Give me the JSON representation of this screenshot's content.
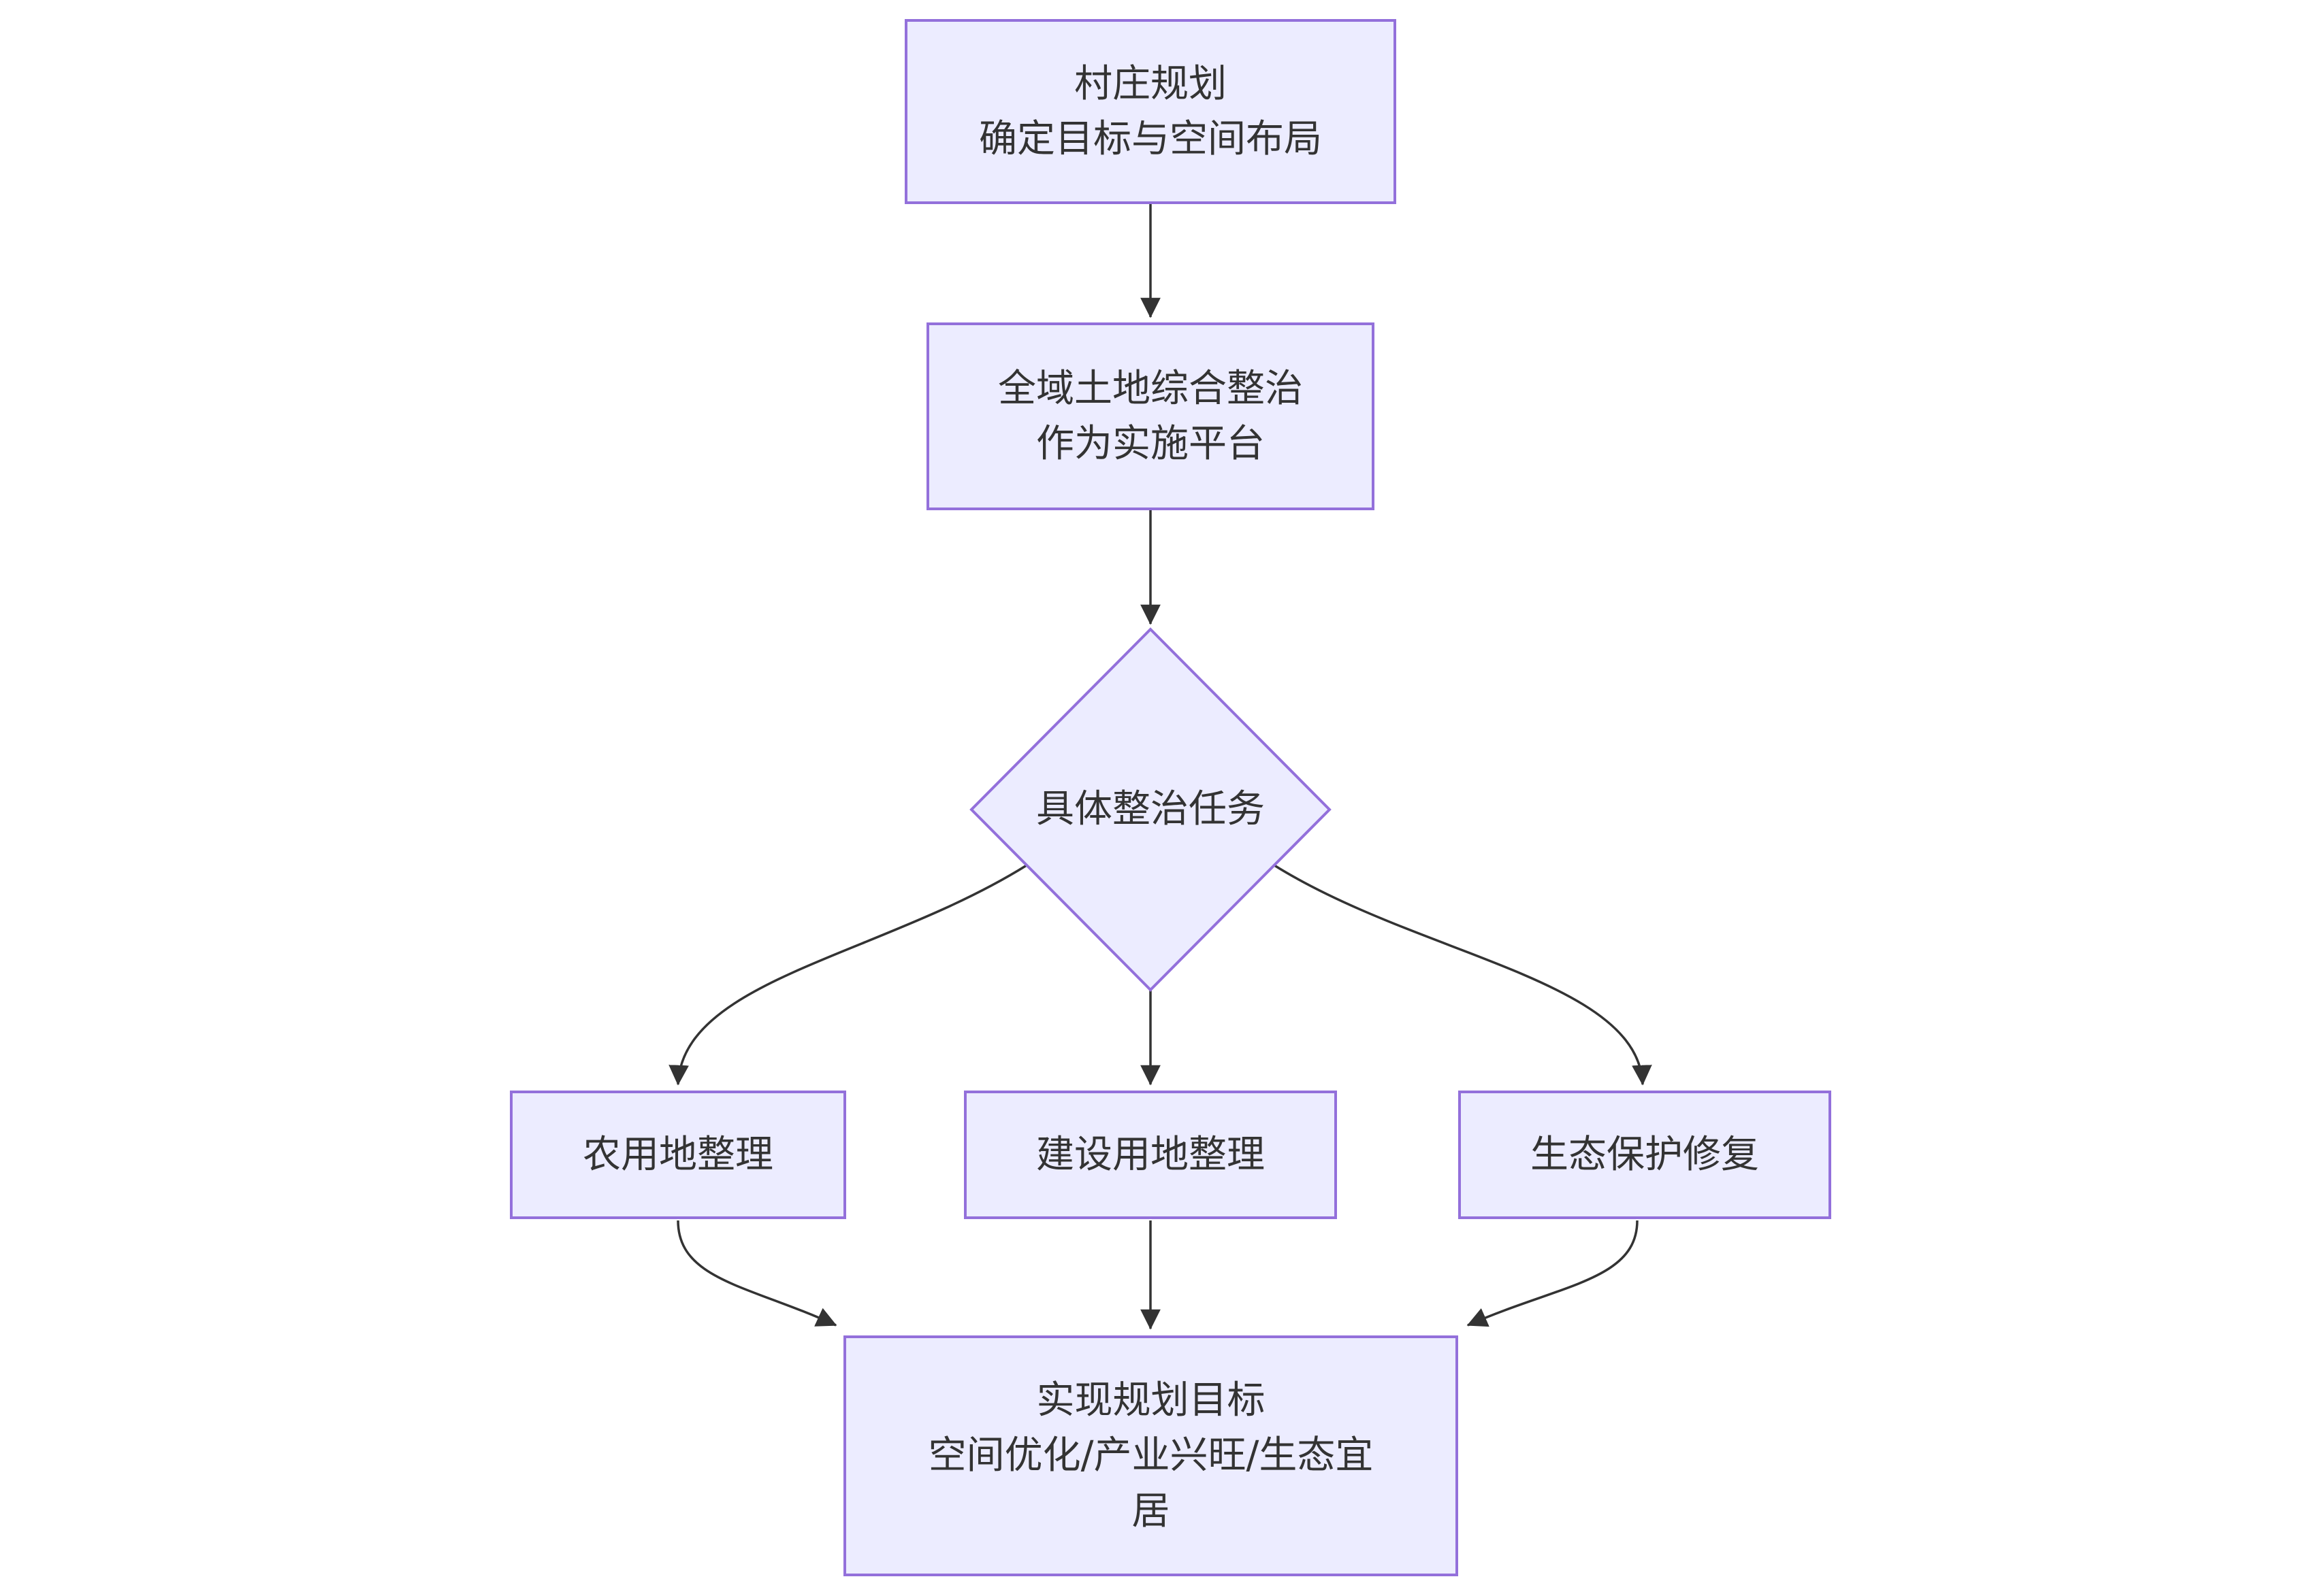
{
  "diagram": {
    "type": "flowchart",
    "direction": "top-down",
    "colors": {
      "background": "#ffffff",
      "node_fill": "#ECECFF",
      "node_border": "#9370DB",
      "edge": "#333333",
      "text": "#333333"
    },
    "nodes": [
      {
        "id": "village-planning",
        "shape": "rect",
        "lines": [
          "村庄规划",
          "确定目标与空间布局"
        ]
      },
      {
        "id": "land-consolidation-platform",
        "shape": "rect",
        "lines": [
          "全域土地综合整治",
          "作为实施平台"
        ]
      },
      {
        "id": "specific-tasks",
        "shape": "diamond",
        "lines": [
          "具体整治任务"
        ]
      },
      {
        "id": "farmland-consolidation",
        "shape": "rect",
        "lines": [
          "农用地整理"
        ]
      },
      {
        "id": "construction-land-consolidation",
        "shape": "rect",
        "lines": [
          "建设用地整理"
        ]
      },
      {
        "id": "ecological-restoration",
        "shape": "rect",
        "lines": [
          "生态保护修复"
        ]
      },
      {
        "id": "achieve-planning-goals",
        "shape": "rect",
        "lines": [
          "实现规划目标",
          "空间优化/产业兴旺/生态宜居"
        ]
      }
    ],
    "edges": [
      {
        "from": "village-planning",
        "to": "land-consolidation-platform",
        "arrowhead": true
      },
      {
        "from": "land-consolidation-platform",
        "to": "specific-tasks",
        "arrowhead": true
      },
      {
        "from": "specific-tasks",
        "to": "farmland-consolidation",
        "arrowhead": true
      },
      {
        "from": "specific-tasks",
        "to": "construction-land-consolidation",
        "arrowhead": true
      },
      {
        "from": "specific-tasks",
        "to": "ecological-restoration",
        "arrowhead": true
      },
      {
        "from": "farmland-consolidation",
        "to": "achieve-planning-goals",
        "arrowhead": true
      },
      {
        "from": "construction-land-consolidation",
        "to": "achieve-planning-goals",
        "arrowhead": true
      },
      {
        "from": "ecological-restoration",
        "to": "achieve-planning-goals",
        "arrowhead": true
      }
    ]
  }
}
